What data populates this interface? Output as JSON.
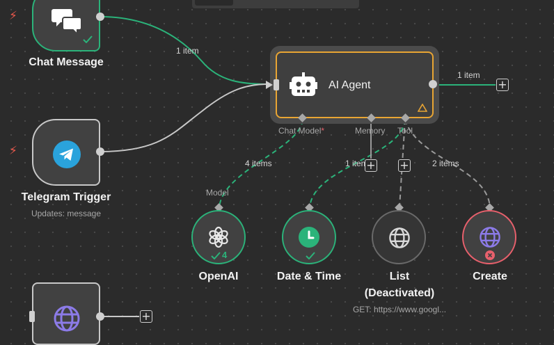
{
  "nodes": {
    "chat_message": {
      "title": "Chat Message"
    },
    "telegram_trigger": {
      "title": "Telegram Trigger",
      "subtitle": "Updates: message"
    },
    "ai_agent": {
      "title": "AI Agent",
      "ports": {
        "chat_model": "Chat Model",
        "chat_model_required": "*",
        "memory": "Memory",
        "tool": "Tool"
      }
    },
    "openai": {
      "title": "OpenAI",
      "port_label": "Model",
      "badge": "4"
    },
    "date_time": {
      "title": "Date & Time"
    },
    "list": {
      "title_line1": "List",
      "title_line2": "(Deactivated)",
      "subtitle": "GET: https://www.googl..."
    },
    "create": {
      "title": "Create"
    }
  },
  "edges": {
    "chat_to_agent": "1 item",
    "agent_output": "1 item",
    "openai_to_agent": "4 items",
    "datetime_to_agent": "1 item",
    "create_to_agent": "2 items"
  },
  "buttons": {
    "add_symbol": "+"
  },
  "colors": {
    "success": "#2bb37a",
    "agent_border": "#e9a533",
    "error": "#e8606c",
    "trigger_bolt": "#e8584c",
    "canvas": "#2b2b2b"
  },
  "icons": {
    "chat_message": "chat-bubbles-icon",
    "telegram": "telegram-icon",
    "ai_agent": "robot-icon",
    "openai": "openai-icon",
    "date_time": "clock-icon",
    "list": "globe-icon",
    "create": "globe-icon",
    "bottom_node": "globe-icon"
  }
}
